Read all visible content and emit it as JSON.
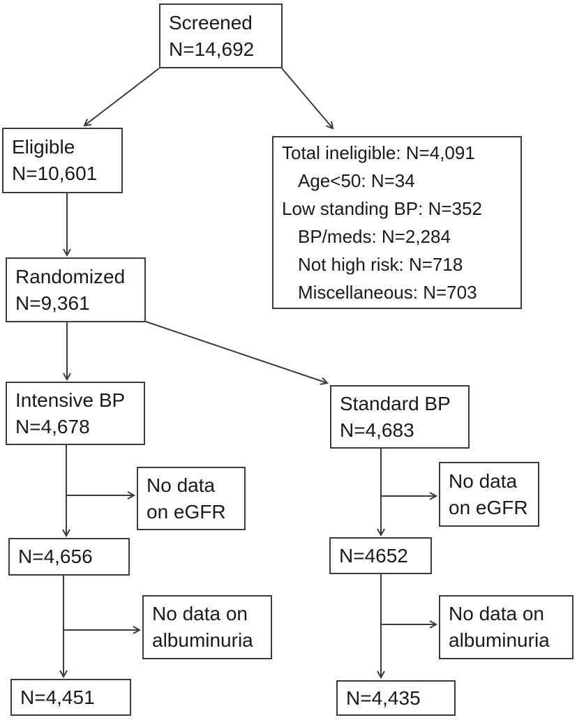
{
  "colors": {
    "line": "#3b3b3b",
    "border": "#3b3b3b",
    "text": "#1a1a1a",
    "background": "#ffffff"
  },
  "nodes": {
    "screened": {
      "label": "Screened",
      "value": "N=14,692"
    },
    "eligible": {
      "label": "Eligible",
      "value": "N=10,601"
    },
    "ineligible": {
      "lines": [
        {
          "text": "Total ineligible: N=4,091",
          "indent": false
        },
        {
          "text": "Age<50: N=34",
          "indent": true
        },
        {
          "text": "Low standing BP: N=352",
          "indent": false
        },
        {
          "text": "BP/meds: N=2,284",
          "indent": true
        },
        {
          "text": "Not high risk: N=718",
          "indent": true
        },
        {
          "text": "Miscellaneous: N=703",
          "indent": true
        }
      ]
    },
    "randomized": {
      "label": "Randomized",
      "value": "N=9,361"
    },
    "intensive_bp": {
      "label": "Intensive BP",
      "value": "N=4,678"
    },
    "standard_bp": {
      "label": "Standard BP",
      "value": "N=4,683"
    },
    "no_egfr_intensive": {
      "line1": "No data",
      "line2": "on eGFR"
    },
    "no_egfr_standard": {
      "line1": "No data",
      "line2": "on eGFR"
    },
    "egfr_count_intensive": {
      "value": "N=4,656"
    },
    "egfr_count_standard": {
      "value": "N=4652"
    },
    "no_alb_intensive": {
      "line1": "No data on",
      "line2": "albuminuria"
    },
    "no_alb_standard": {
      "line1": "No data on",
      "line2": "albuminuria"
    },
    "alb_count_intensive": {
      "value": "N=4,451"
    },
    "alb_count_standard": {
      "value": "N=4,435"
    }
  },
  "edges": [
    {
      "from": "screened",
      "to": "eligible"
    },
    {
      "from": "screened",
      "to": "ineligible"
    },
    {
      "from": "eligible",
      "to": "randomized"
    },
    {
      "from": "randomized",
      "to": "intensive_bp"
    },
    {
      "from": "randomized",
      "to": "standard_bp"
    },
    {
      "from": "intensive_bp",
      "to": "no_egfr_intensive"
    },
    {
      "from": "intensive_bp",
      "to": "egfr_count_intensive"
    },
    {
      "from": "standard_bp",
      "to": "no_egfr_standard"
    },
    {
      "from": "standard_bp",
      "to": "egfr_count_standard"
    },
    {
      "from": "egfr_count_intensive",
      "to": "no_alb_intensive"
    },
    {
      "from": "egfr_count_intensive",
      "to": "alb_count_intensive"
    },
    {
      "from": "egfr_count_standard",
      "to": "no_alb_standard"
    },
    {
      "from": "egfr_count_standard",
      "to": "alb_count_standard"
    }
  ]
}
